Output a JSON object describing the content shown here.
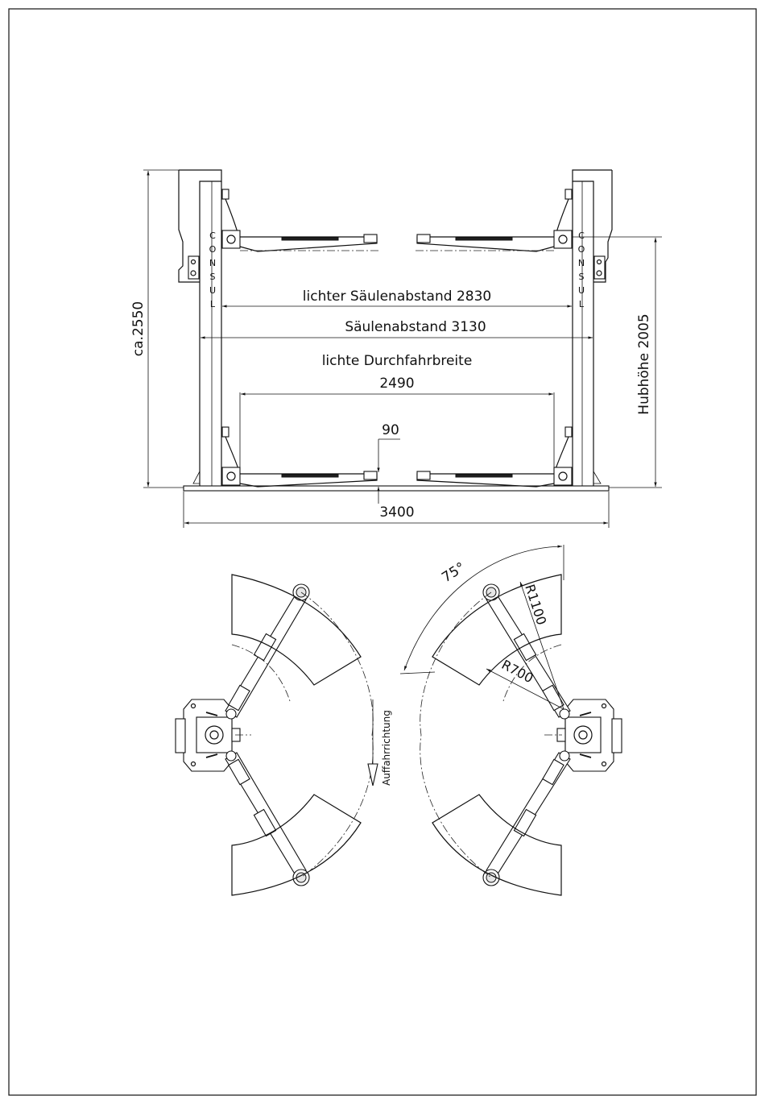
{
  "brand_letters": [
    "C",
    "O",
    "N",
    "S",
    "U",
    "L"
  ],
  "dimensions": {
    "total_height": "ca.2550",
    "clear_column_distance": "lichter Säulenabstand 2830",
    "column_distance": "Säulenabstand 3130",
    "clear_drive_width_label": "lichte Durchfahrbreite",
    "clear_drive_width_value": "2490",
    "arm_offset": "90",
    "base_width": "3400",
    "lift_height": "Hubhöhe 2005"
  },
  "plan_view": {
    "swing_angle": "75°",
    "radius_outer": "R1100",
    "radius_inner": "R700",
    "drive_direction": "Auffahrrichtung"
  },
  "colors": {
    "line": "#111111",
    "paper": "#ffffff",
    "fill_light": "#e6e6e6"
  }
}
